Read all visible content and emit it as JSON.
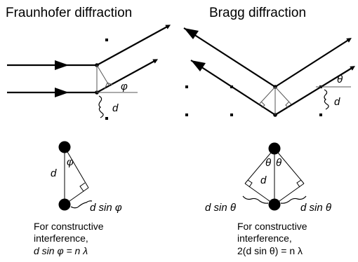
{
  "left_panel": {
    "title": "Fraunhofer diffraction",
    "angle_label": "φ",
    "spacing_label": "d",
    "detail": {
      "spacing_label": "d",
      "angle_label": "φ",
      "path_label": "d sin φ"
    },
    "caption": {
      "line1": "For constructive",
      "line2": "interference,",
      "line3": "d sin φ = n λ"
    }
  },
  "right_panel": {
    "title": "Bragg diffraction",
    "angle_label": "θ",
    "spacing_label": "d",
    "detail": {
      "spacing_label": "d",
      "angle_label_left": "θ",
      "angle_label_right": "θ",
      "path_label_left": "d sin θ",
      "path_label_right": "d sin θ"
    },
    "caption": {
      "line1": "For constructive",
      "line2": "interference,",
      "line3": "2(d sin θ) = n λ"
    }
  }
}
